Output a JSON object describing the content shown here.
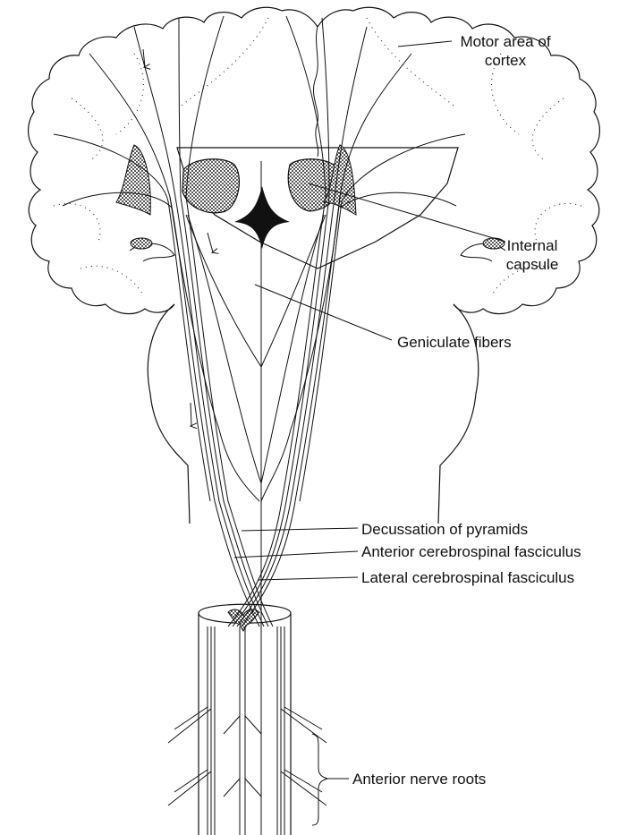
{
  "labels": {
    "motor_area_line1": "Motor area of",
    "motor_area_line2": "cortex",
    "internal_capsule_line1": "Internal",
    "internal_capsule_line2": "capsule",
    "geniculate_fibers": "Geniculate fibers",
    "decussation": "Decussation of pyramids",
    "anterior_fasciculus": "Anterior cerebrospinal fasciculus",
    "lateral_fasciculus": "Lateral cerebrospinal fasciculus",
    "anterior_roots": "Anterior nerve roots"
  },
  "colors": {
    "line": "#111111",
    "stipple": "#444444"
  }
}
